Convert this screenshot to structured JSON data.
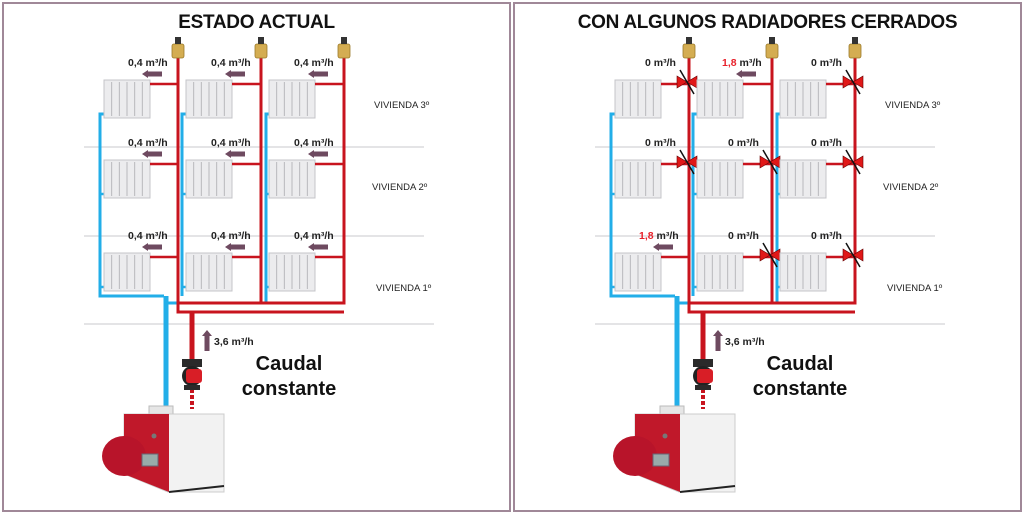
{
  "panels": [
    {
      "id": "left",
      "title": "ESTADO ACTUAL",
      "floors": [
        "VIVIENDA 3º",
        "VIVIENDA 2º",
        "VIVIENDA 1º"
      ],
      "radiators": [
        {
          "floor": 3,
          "column": 1,
          "flow": "0,4",
          "unit": "m³/h",
          "state": "open",
          "highlight": false
        },
        {
          "floor": 3,
          "column": 2,
          "flow": "0,4",
          "unit": "m³/h",
          "state": "open",
          "highlight": false
        },
        {
          "floor": 3,
          "column": 3,
          "flow": "0,4",
          "unit": "m³/h",
          "state": "open",
          "highlight": false
        },
        {
          "floor": 2,
          "column": 1,
          "flow": "0,4",
          "unit": "m³/h",
          "state": "open",
          "highlight": false
        },
        {
          "floor": 2,
          "column": 2,
          "flow": "0,4",
          "unit": "m³/h",
          "state": "open",
          "highlight": false
        },
        {
          "floor": 2,
          "column": 3,
          "flow": "0,4",
          "unit": "m³/h",
          "state": "open",
          "highlight": false
        },
        {
          "floor": 1,
          "column": 1,
          "flow": "0,4",
          "unit": "m³/h",
          "state": "open",
          "highlight": false
        },
        {
          "floor": 1,
          "column": 2,
          "flow": "0,4",
          "unit": "m³/h",
          "state": "open",
          "highlight": false
        },
        {
          "floor": 1,
          "column": 3,
          "flow": "0,4",
          "unit": "m³/h",
          "state": "open",
          "highlight": false
        }
      ],
      "pump_flow": "3,6",
      "pump_unit": "m³/h",
      "caption_line1": "Caudal",
      "caption_line2": "constante"
    },
    {
      "id": "right",
      "title": "CON ALGUNOS RADIADORES CERRADOS",
      "floors": [
        "VIVIENDA 3º",
        "VIVIENDA 2º",
        "VIVIENDA 1º"
      ],
      "radiators": [
        {
          "floor": 3,
          "column": 1,
          "flow": "0",
          "unit": "m³/h",
          "state": "closed",
          "highlight": false
        },
        {
          "floor": 3,
          "column": 2,
          "flow": "1,8",
          "unit": "m³/h",
          "state": "open",
          "highlight": true
        },
        {
          "floor": 3,
          "column": 3,
          "flow": "0",
          "unit": "m³/h",
          "state": "closed",
          "highlight": false
        },
        {
          "floor": 2,
          "column": 1,
          "flow": "0",
          "unit": "m³/h",
          "state": "closed",
          "highlight": false
        },
        {
          "floor": 2,
          "column": 2,
          "flow": "0",
          "unit": "m³/h",
          "state": "closed",
          "highlight": false
        },
        {
          "floor": 2,
          "column": 3,
          "flow": "0",
          "unit": "m³/h",
          "state": "closed",
          "highlight": false
        },
        {
          "floor": 1,
          "column": 1,
          "flow": "1,8",
          "unit": "m³/h",
          "state": "open",
          "highlight": true
        },
        {
          "floor": 1,
          "column": 2,
          "flow": "0",
          "unit": "m³/h",
          "state": "closed",
          "highlight": false
        },
        {
          "floor": 1,
          "column": 3,
          "flow": "0",
          "unit": "m³/h",
          "state": "closed",
          "highlight": false
        }
      ],
      "pump_flow": "3,6",
      "pump_unit": "m³/h",
      "caption_line1": "Caudal",
      "caption_line2": "constante"
    }
  ],
  "colors": {
    "supply_pipe": "#c8141e",
    "return_pipe": "#22aee8",
    "flow_arrow": "#6e4a60",
    "highlight_text": "#e8202a",
    "valve": "#e01818",
    "boiler": "#c0182a",
    "panel_border": "#a08898"
  }
}
